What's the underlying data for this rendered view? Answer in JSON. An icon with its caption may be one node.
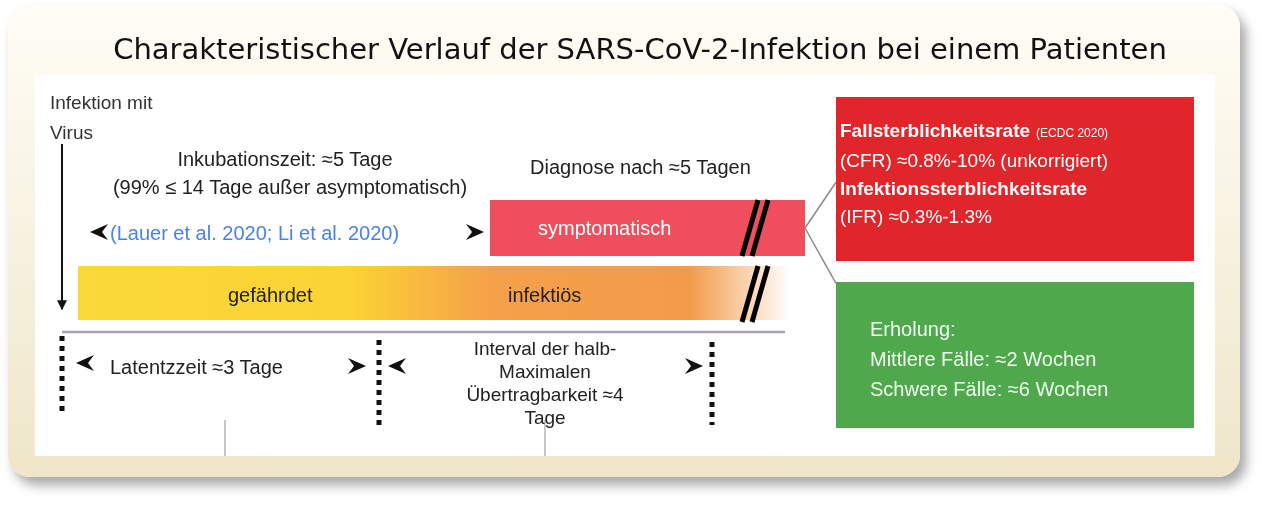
{
  "diagram": {
    "title": "Charakteristischer Verlauf der SARS-CoV-2-Infektion bei einem Patienten",
    "nodes": [
      {
        "text": [
          "symptomatisch"
        ]
      },
      {
        "text": [
          "gefährdet",
          "infektiös"
        ]
      },
      {
        "text": [
          "Fallsterblichkeitsrate",
          "(ECDC 2020)",
          "(CFR) ≈0.8%-10% (unkorrigiert)",
          "Infektionssterblichkeitsrate",
          "(IFR) ≈0.3%-1.3%"
        ]
      },
      {
        "text": [
          "Erholung:",
          "Mittlere Fälle:  ≈2 Wochen",
          "Schwere Fälle: ≈6 Wochen"
        ]
      },
      {
        "text": [
          "Infektion mit Virus"
        ]
      }
    ],
    "edges": [
      {
        "from": 0,
        "to": 2,
        "arrow": "none"
      },
      {
        "from": 0,
        "to": 3,
        "arrow": "none"
      },
      {
        "from": 4,
        "to": 1,
        "arrow": "to",
        "color": "#111111"
      }
    ],
    "labels": [
      "Inkubationszeit: ≈5 Tage",
      "(99% ≤ 14 Tage außer asymptomatisch)",
      "(Lauer et al. 2020; Li et al. 2020)",
      "Diagnose nach ≈5 Tagen",
      "Latentzzeit ≈3 Tage",
      "Interval der halb-Maximalen Übertragbarkeit ≈4 Tage"
    ]
  }
}
